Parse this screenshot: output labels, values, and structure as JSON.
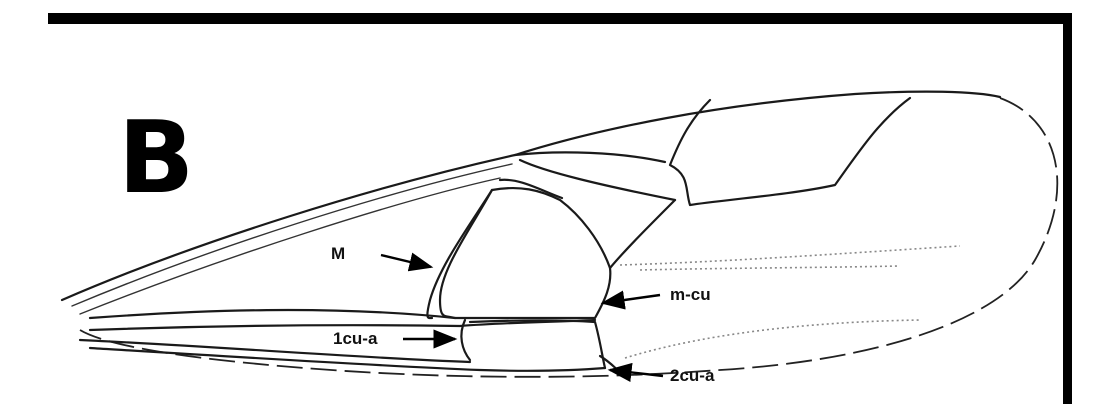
{
  "figure": {
    "panel_letter": "B",
    "labels": {
      "m": "M",
      "m_cu": "m-cu",
      "cu_a_1": "1cu-a",
      "cu_a_2": "2cu-a"
    }
  }
}
